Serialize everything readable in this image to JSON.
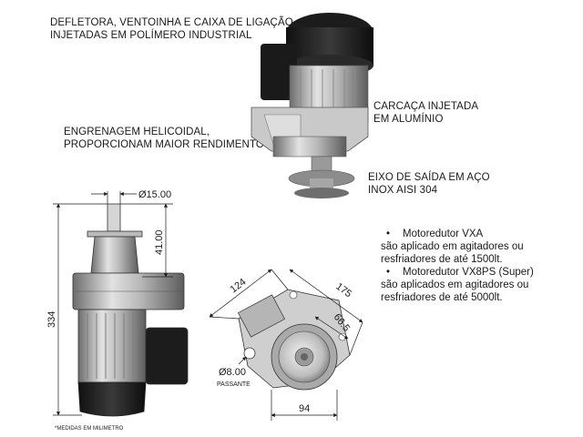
{
  "callouts": {
    "defletora": [
      "DEFLETORA, VENTOINHA E CAIXA DE LIGAÇÃO",
      "INJETADAS EM POLÍMERO INDUSTRIAL"
    ],
    "engrenagem": [
      "ENGRENAGEM HELICOIDAL,",
      "PROPORCIONAM MAIOR RENDIMENTO"
    ],
    "carcaca": [
      "CARCAÇA INJETADA",
      "EM ALUMÍNIO"
    ],
    "eixo": [
      "EIXO DE SAÍDA EM AÇO",
      "INOX AISI 304"
    ]
  },
  "bullets": [
    {
      "head": "Motoredutor VXA",
      "lines": [
        "são aplicado em agitadores ou",
        "resfriadores de até 1500lt."
      ]
    },
    {
      "head": "Motoredutor VX8PS (Super)",
      "lines": [
        "são aplicados em agitadores ou",
        "resfriadores de até 5000lt."
      ]
    }
  ],
  "dimensions": {
    "shaft_dia": "Ø15.00",
    "shaft_len": "41.00",
    "total_height": "334",
    "d124": "124",
    "d175": "175",
    "d66": "66.5",
    "hole": "Ø8.00",
    "passante": "PASSANTE",
    "d94": "94"
  },
  "footnote": "*MEDIDAS EM MILIMETRO"
}
